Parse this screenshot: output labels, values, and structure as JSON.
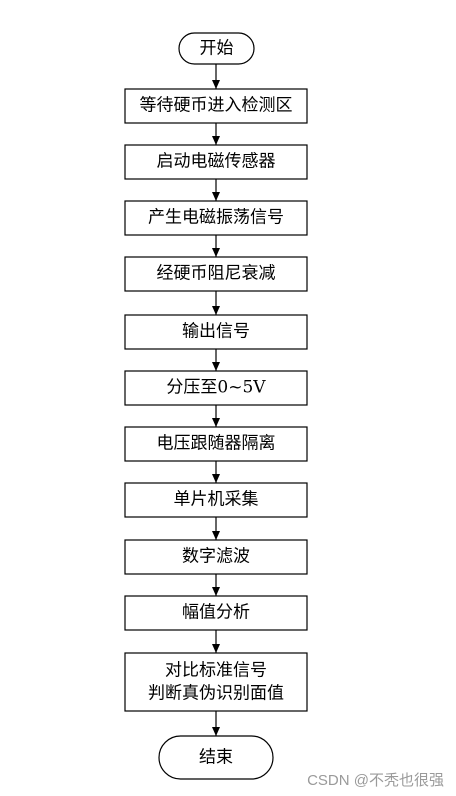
{
  "flowchart": {
    "start": "开始",
    "steps": [
      "等待硬币进入检测区",
      "启动电磁传感器",
      "产生电磁振荡信号",
      "经硬币阻尼衰减",
      "输出信号",
      "分压至0~5V",
      "电压跟随器隔离",
      "单片机采集",
      "数字滤波",
      "幅值分析"
    ],
    "final_step": [
      "对比标准信号",
      "判断真伪识别面值"
    ],
    "end": "结束"
  },
  "watermark": "CSDN @不秃也很强"
}
